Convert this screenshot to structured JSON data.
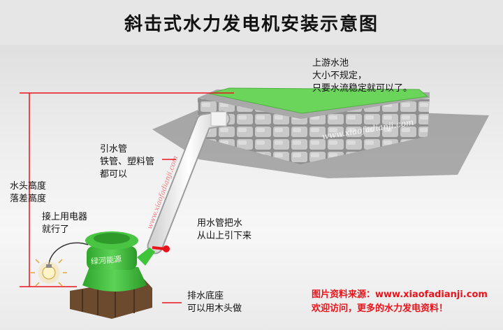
{
  "title": "斜击式水力发电机安装示意图",
  "reservoir": {
    "line1": "上游水池",
    "line2": "大小不规定，",
    "line3": "只要水流稳定就可以了。"
  },
  "pipe": {
    "line1": "引水管",
    "line2": "铁管、塑料管",
    "line3": "都可以"
  },
  "head": {
    "line1": "水头高度",
    "line2": "落差高度"
  },
  "appliance": {
    "line1": "接上用电器",
    "line2": "就行了"
  },
  "flow": {
    "line1": "用水管把水",
    "line2": "从山上引下来"
  },
  "base": {
    "line1": "排水底座",
    "line2": "可以用木头做"
  },
  "credit": {
    "line1": "图片资料来源：www.xiaofadianji.com",
    "line2": "欢迎访问，更多的水力发电资料！"
  },
  "watermarks": {
    "wall": "www.xiaofadianji.com",
    "pipe": "www.xiaofadianji.com",
    "generator": "绿河能源"
  },
  "colors": {
    "accent": "#e8141b",
    "water": "#6bd45a",
    "generator": "#3ec43a",
    "stone": "#b8b8b8",
    "pipe": "#ffffff",
    "wood": "#6b4a2e"
  },
  "icons": [
    "light-bulb-icon"
  ]
}
